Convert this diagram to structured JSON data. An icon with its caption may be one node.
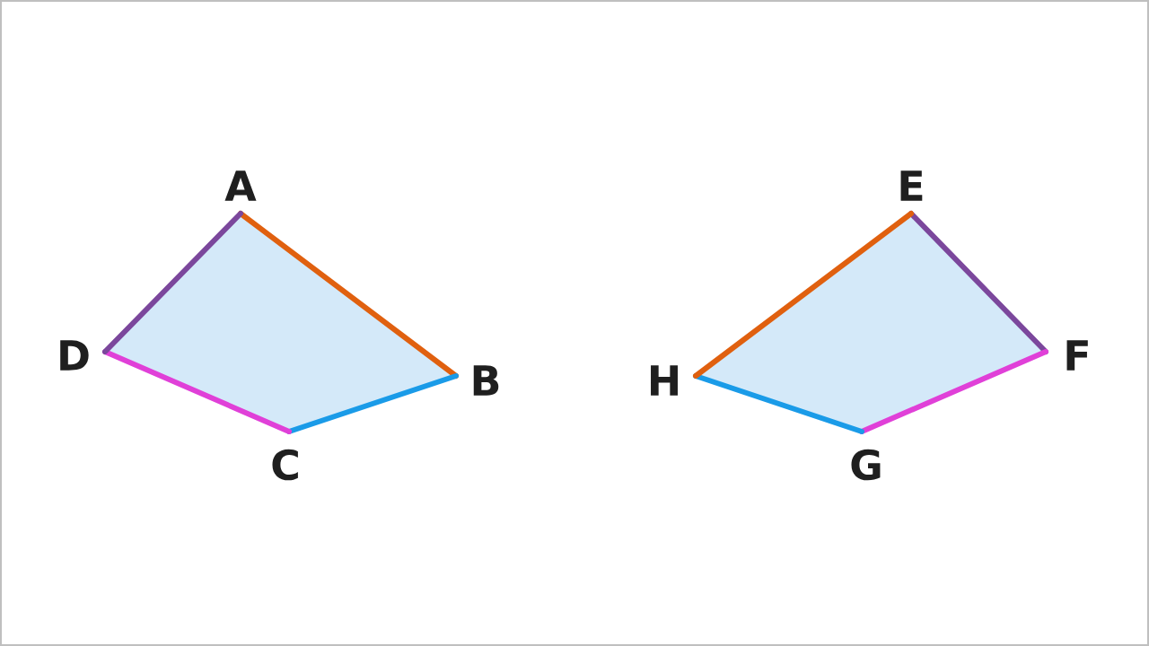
{
  "diagram": {
    "labels": [
      "A",
      "D",
      "B",
      "C",
      "E",
      "H",
      "F",
      "G"
    ]
  }
}
